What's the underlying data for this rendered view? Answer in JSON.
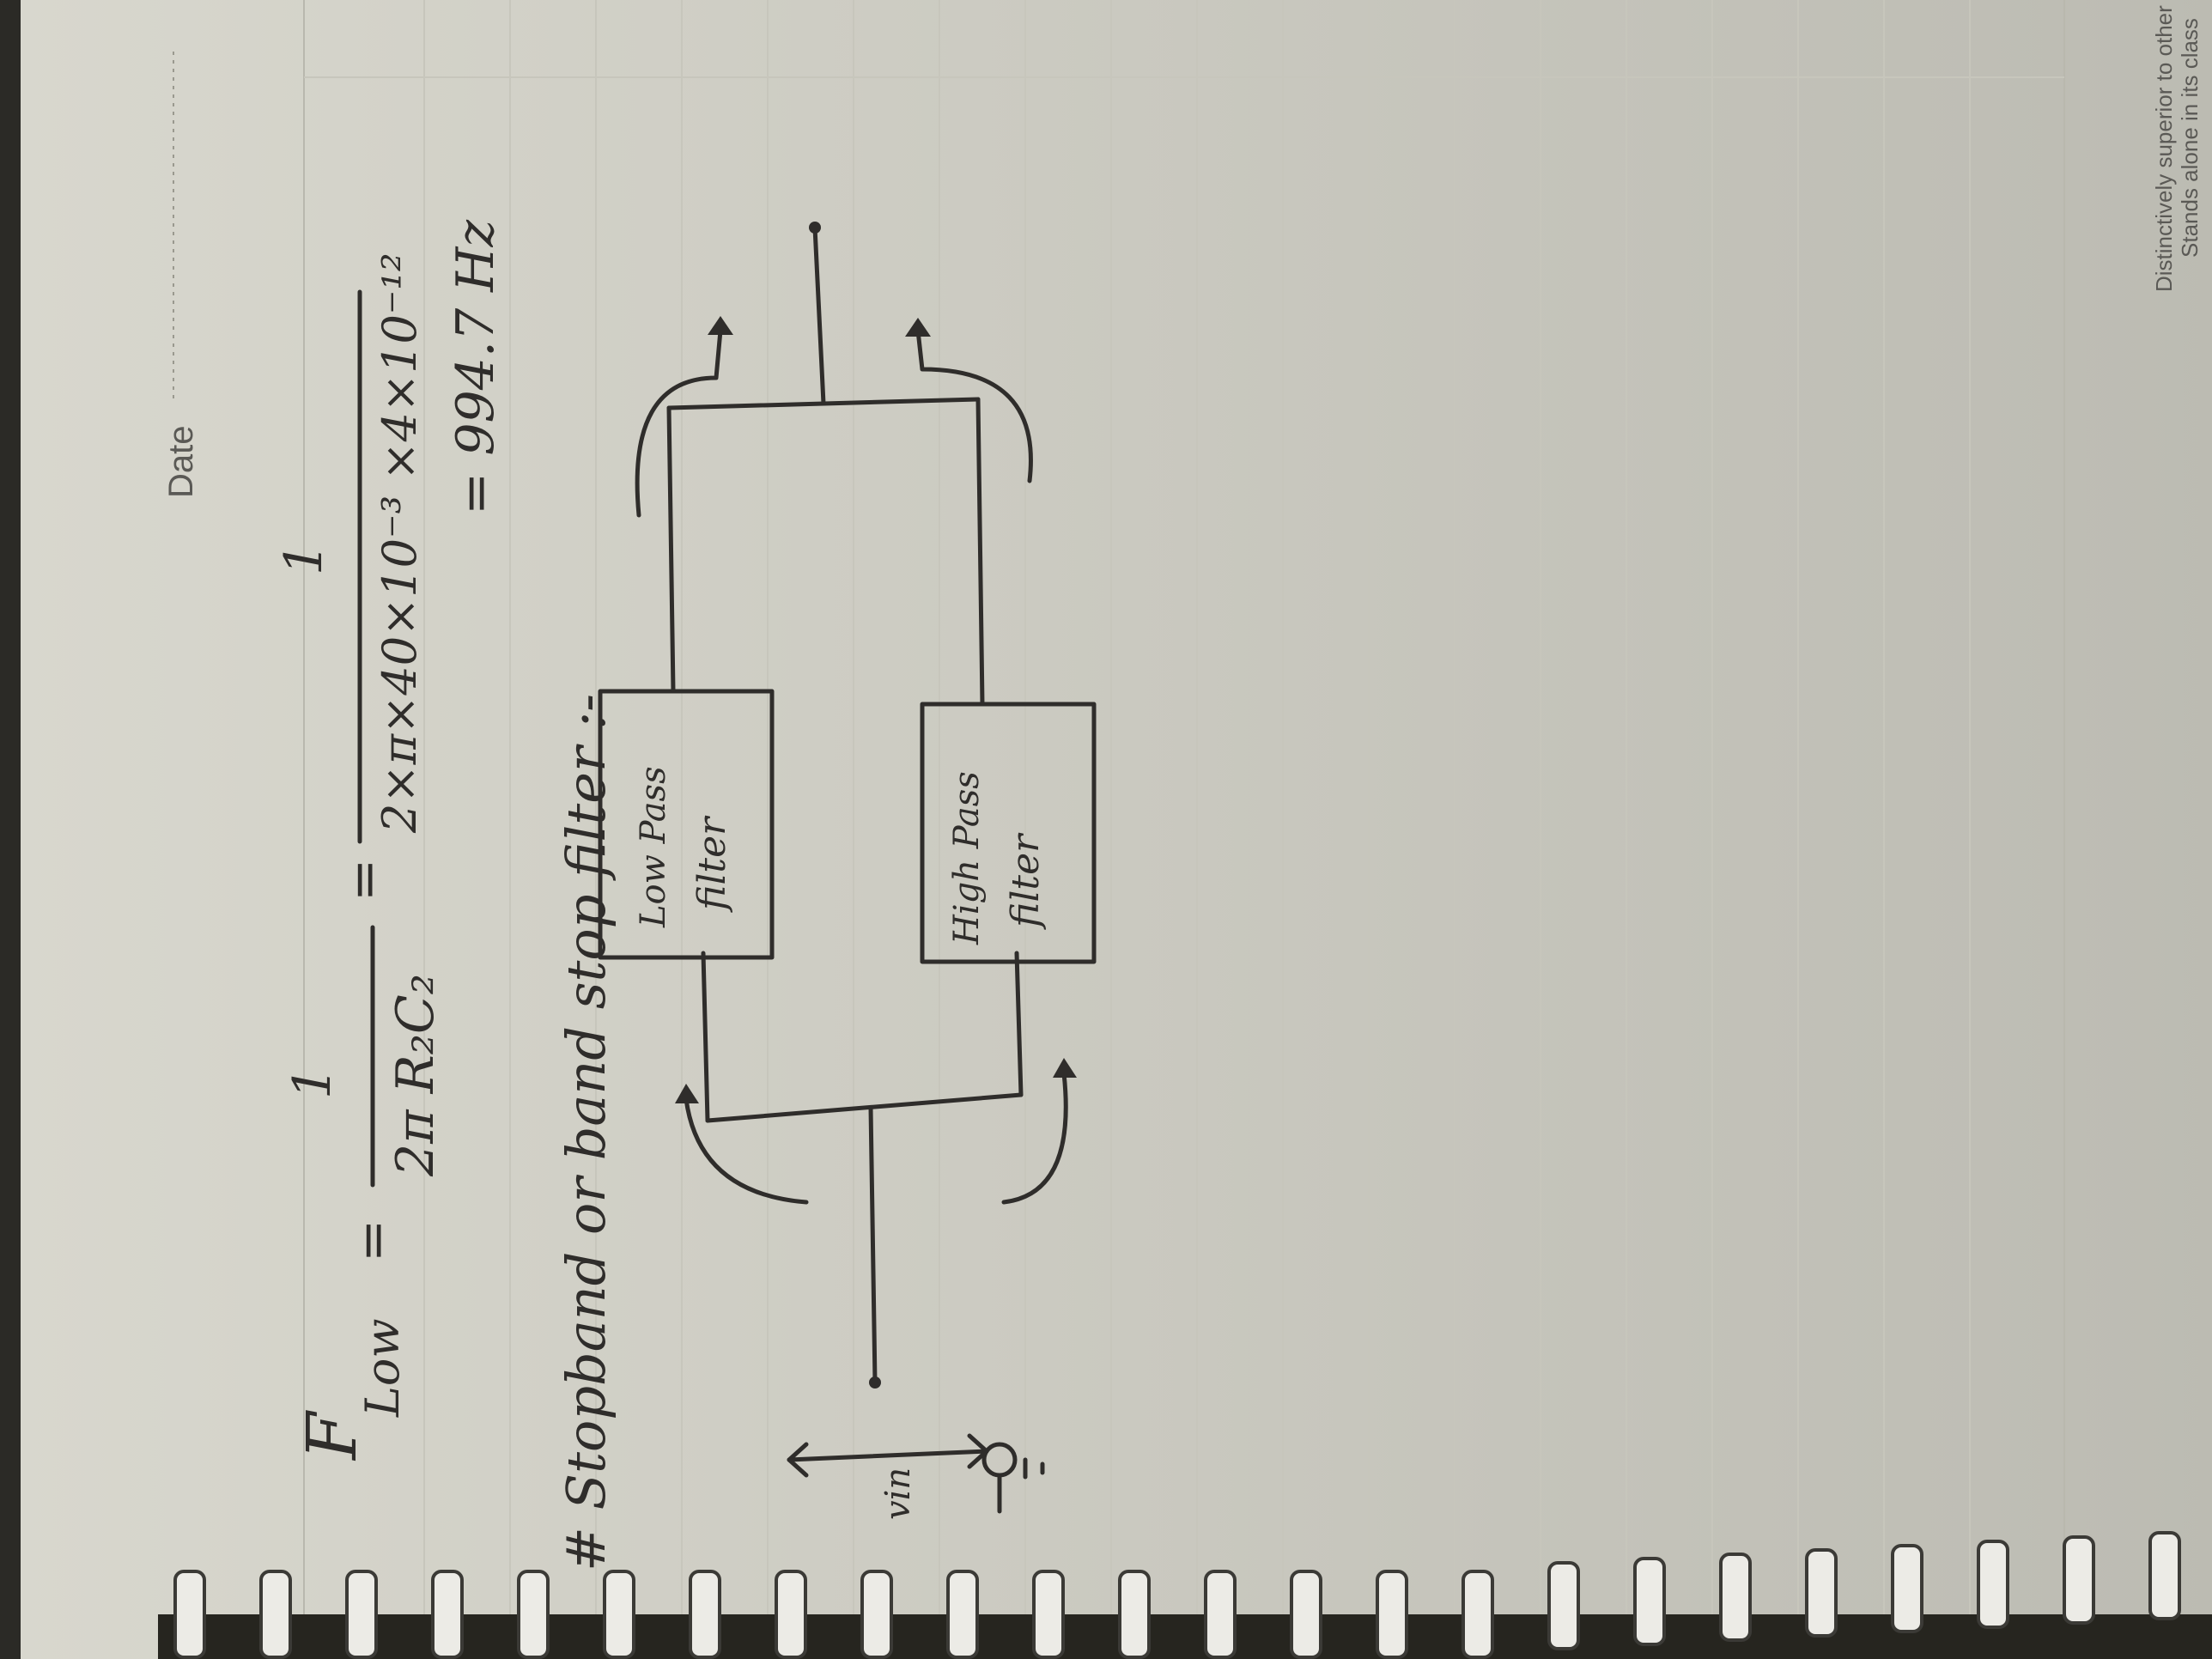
{
  "header": {
    "date_label": "Date"
  },
  "formula": {
    "lhs_symbol": "F",
    "lhs_subscript": "Low",
    "equals": "=",
    "frac1_num": "1",
    "frac1_den": "2π R₂C₂",
    "frac2_num": "1",
    "frac2_den": "2×π×40×10⁻³ ×4×10⁻¹²",
    "result": "= 994.7 Hz"
  },
  "section": {
    "heading": "# Stopband or band stop filter :-"
  },
  "diagram": {
    "input_label": "vin",
    "low_pass_line1": "Low Pass",
    "low_pass_line2": "filter",
    "high_pass_line1": "High Pass",
    "high_pass_line2": "filter"
  },
  "footer": {
    "slogan_line1": "Distinctively superior to other",
    "slogan_line2": "Stands alone in its class"
  },
  "colors": {
    "paper": "#d6d5cb",
    "ink": "#2f2d2b",
    "background": "#2b2a26"
  }
}
